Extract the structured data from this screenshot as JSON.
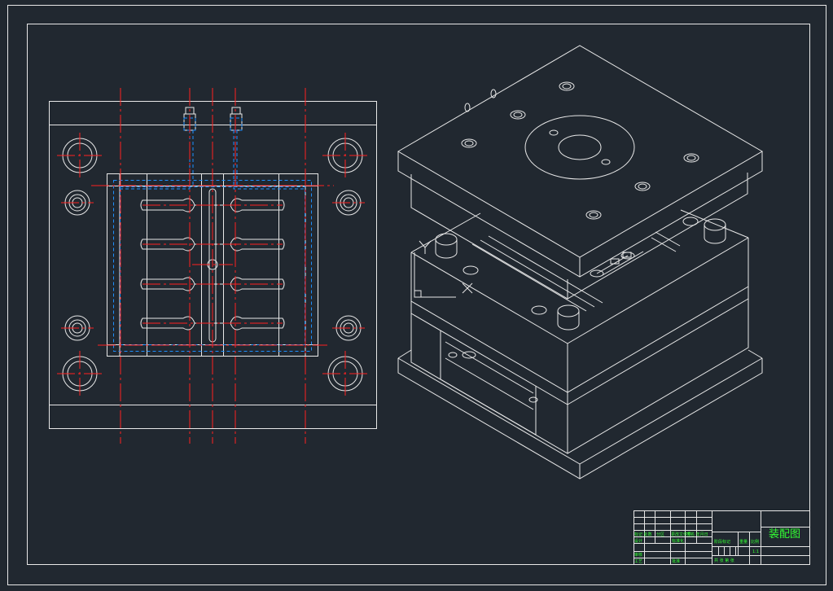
{
  "drawing": {
    "title": "装配图",
    "scale": "1:1",
    "ucs": {
      "x_label": "X",
      "y_label": "Y"
    }
  },
  "colors": {
    "background": "#212830",
    "line": "#ffffff",
    "centerline": "#ff2020",
    "hidden": "#1e90ff",
    "title_text": "#33ff33"
  }
}
